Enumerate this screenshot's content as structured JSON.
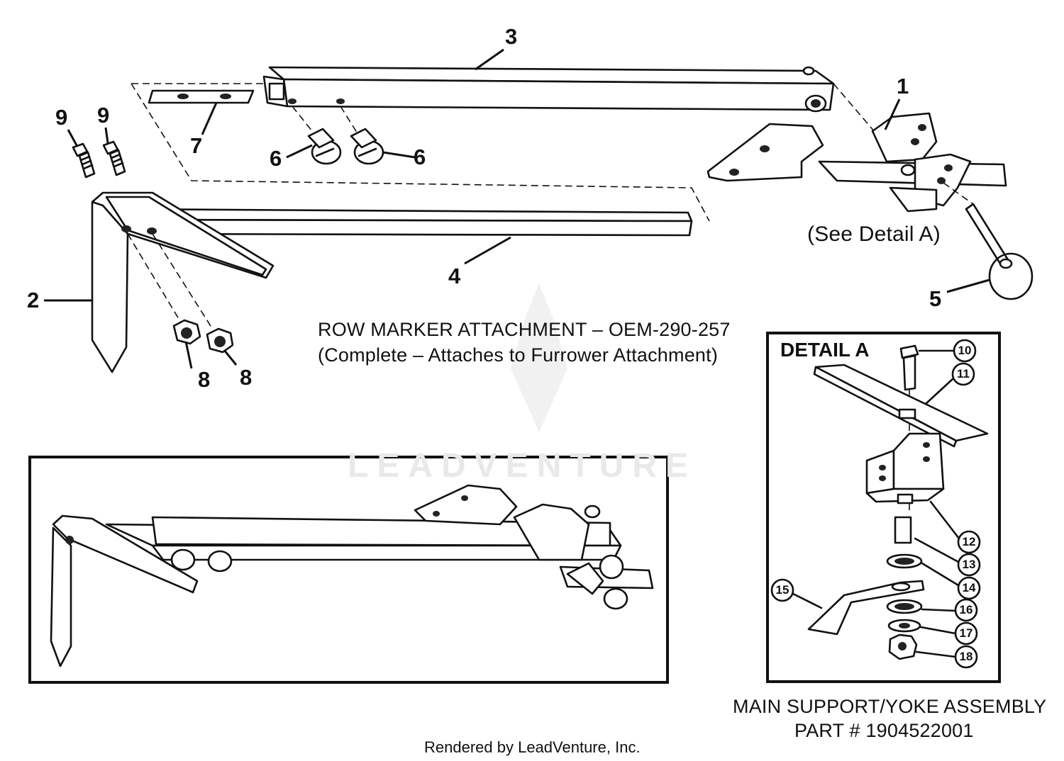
{
  "diagram": {
    "title_line1": "ROW MARKER ATTACHMENT – OEM-290-257",
    "title_line2": "(Complete – Attaches to Furrower Attachment)",
    "see_detail": "(See Detail A)",
    "callouts": [
      "1",
      "2",
      "3",
      "4",
      "5",
      "6",
      "6",
      "7",
      "8",
      "8",
      "9",
      "9"
    ],
    "detail": {
      "title": "DETAIL A",
      "numbers": [
        "10",
        "11",
        "12",
        "13",
        "14",
        "15",
        "16",
        "17",
        "18"
      ],
      "caption_line1": "MAIN SUPPORT/YOKE ASSEMBLY",
      "caption_line2": "PART # 1904522001"
    },
    "watermark": "LEADVENTURE",
    "footer": "Rendered by LeadVenture, Inc."
  }
}
